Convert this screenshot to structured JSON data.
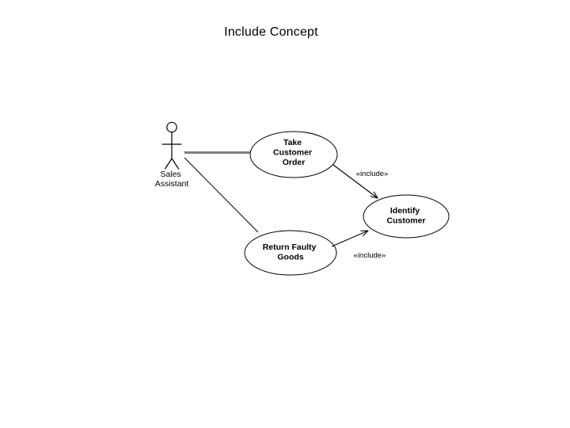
{
  "page": {
    "title": "Include Concept",
    "background": "#ffffff"
  },
  "diagram": {
    "kind": "uml-use-case-diagram",
    "actors": [
      {
        "id": "sales-assistant",
        "label_lines": [
          "Sales",
          "Assistant"
        ]
      }
    ],
    "use_cases": [
      {
        "id": "take-customer-order",
        "label_lines": [
          "Take",
          "Customer",
          "Order"
        ]
      },
      {
        "id": "identify-customer",
        "label_lines": [
          "Identify",
          "Customer"
        ]
      },
      {
        "id": "return-faulty-goods",
        "label_lines": [
          "Return Faulty",
          "Goods"
        ]
      }
    ],
    "associations": [
      {
        "id": "assoc-sales-assistant-take-customer-order",
        "from": "sales-assistant",
        "to": "take-customer-order",
        "color": "#808080"
      },
      {
        "id": "assoc-sales-assistant-return-faulty-goods",
        "from": "sales-assistant",
        "to": "return-faulty-goods",
        "color": "#000000"
      }
    ],
    "include_relationships": [
      {
        "id": "include-take-order-identify-customer",
        "from": "take-customer-order",
        "to": "identify-customer",
        "label": "«include»"
      },
      {
        "id": "include-return-goods-identify-customer",
        "from": "return-faulty-goods",
        "to": "identify-customer",
        "label": "«include»"
      }
    ]
  }
}
